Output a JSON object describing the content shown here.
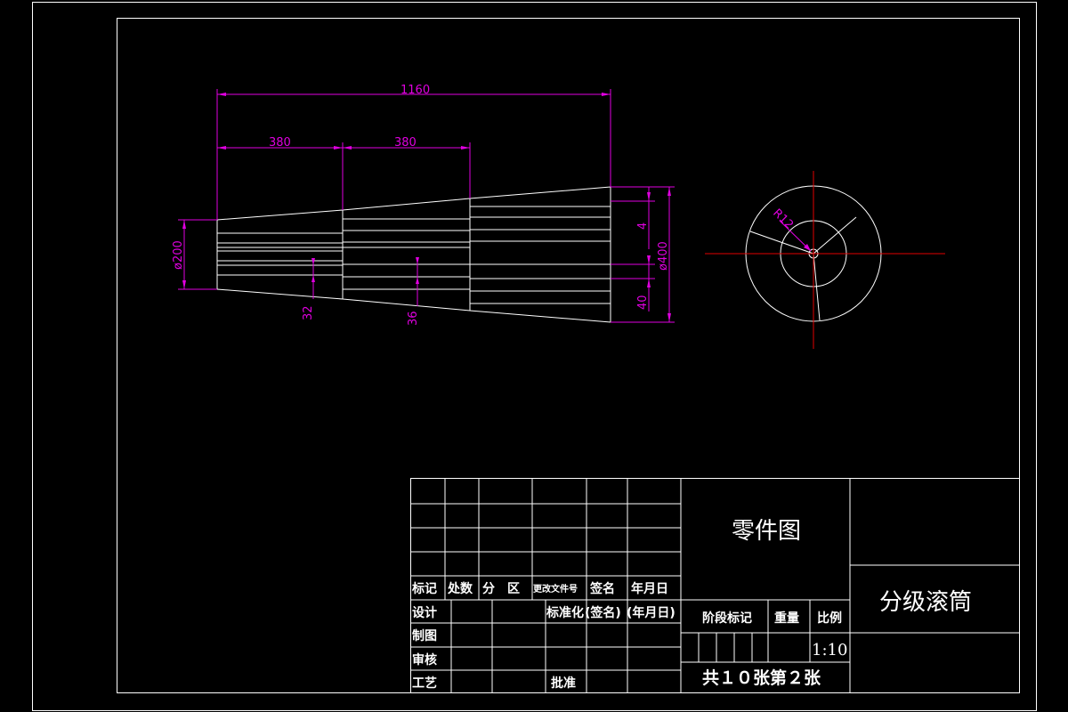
{
  "drawing": {
    "dimensions": {
      "total_length": "1160",
      "section_1_length": "380",
      "section_2_length": "380",
      "small_diameter": "ø200",
      "large_diameter": "ø400",
      "dim_4": "4",
      "dim_40": "40",
      "dim_32": "32",
      "dim_36": "36",
      "radius": "R12"
    },
    "colors": {
      "outline": "#ffffff",
      "dimension": "#e000e0",
      "centerline": "#e00000",
      "background": "#000000"
    }
  },
  "title_block": {
    "drawing_type": "零件图",
    "part_name": "分级滚筒",
    "row_headers": {
      "mark": "标记",
      "count": "处数",
      "zone": "分　区",
      "change_doc_no": "更改文件号",
      "signature": "签名",
      "date": "年月日"
    },
    "labels": {
      "design": "设计",
      "standardization": "标准化",
      "sign_paren": "(签名)",
      "date_paren": "(年月日)",
      "drafting": "制图",
      "review": "审核",
      "process": "工艺",
      "approve": "批准",
      "stage_mark": "阶段标记",
      "weight": "重量",
      "scale_label": "比例"
    },
    "scale": "1:10",
    "sheet_info": "共１０张第２张"
  }
}
